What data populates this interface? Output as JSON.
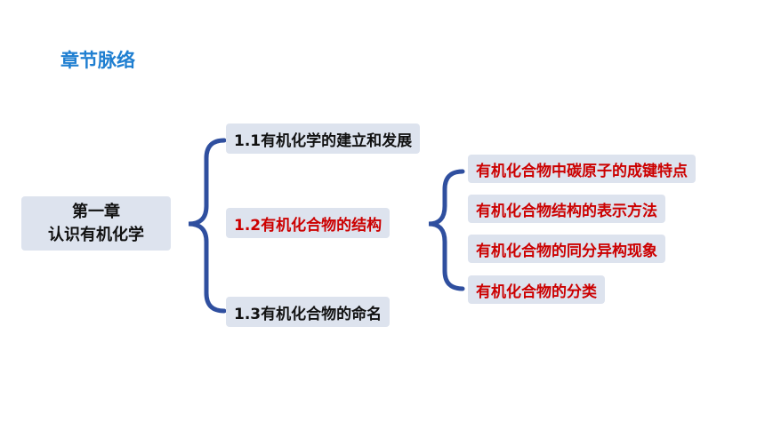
{
  "header": {
    "title": "章节脉络"
  },
  "root": {
    "line1": "第一章",
    "line2": "认识有机化学"
  },
  "sections": [
    {
      "label": "1.1有机化学的建立和发展"
    },
    {
      "label": "1.2有机化合物的结构"
    },
    {
      "label": "1.3有机化合物的命名"
    }
  ],
  "subsections": [
    {
      "label": "有机化合物中碳原子的成键特点"
    },
    {
      "label": "有机化合物结构的表示方法"
    },
    {
      "label": "有机化合物的同分异构现象"
    },
    {
      "label": "有机化合物的分类"
    }
  ],
  "colors": {
    "title": "#1f7fd1",
    "highlight": "#cc0000",
    "box": "#dde3ee",
    "bracket": "#2f4f9f"
  }
}
